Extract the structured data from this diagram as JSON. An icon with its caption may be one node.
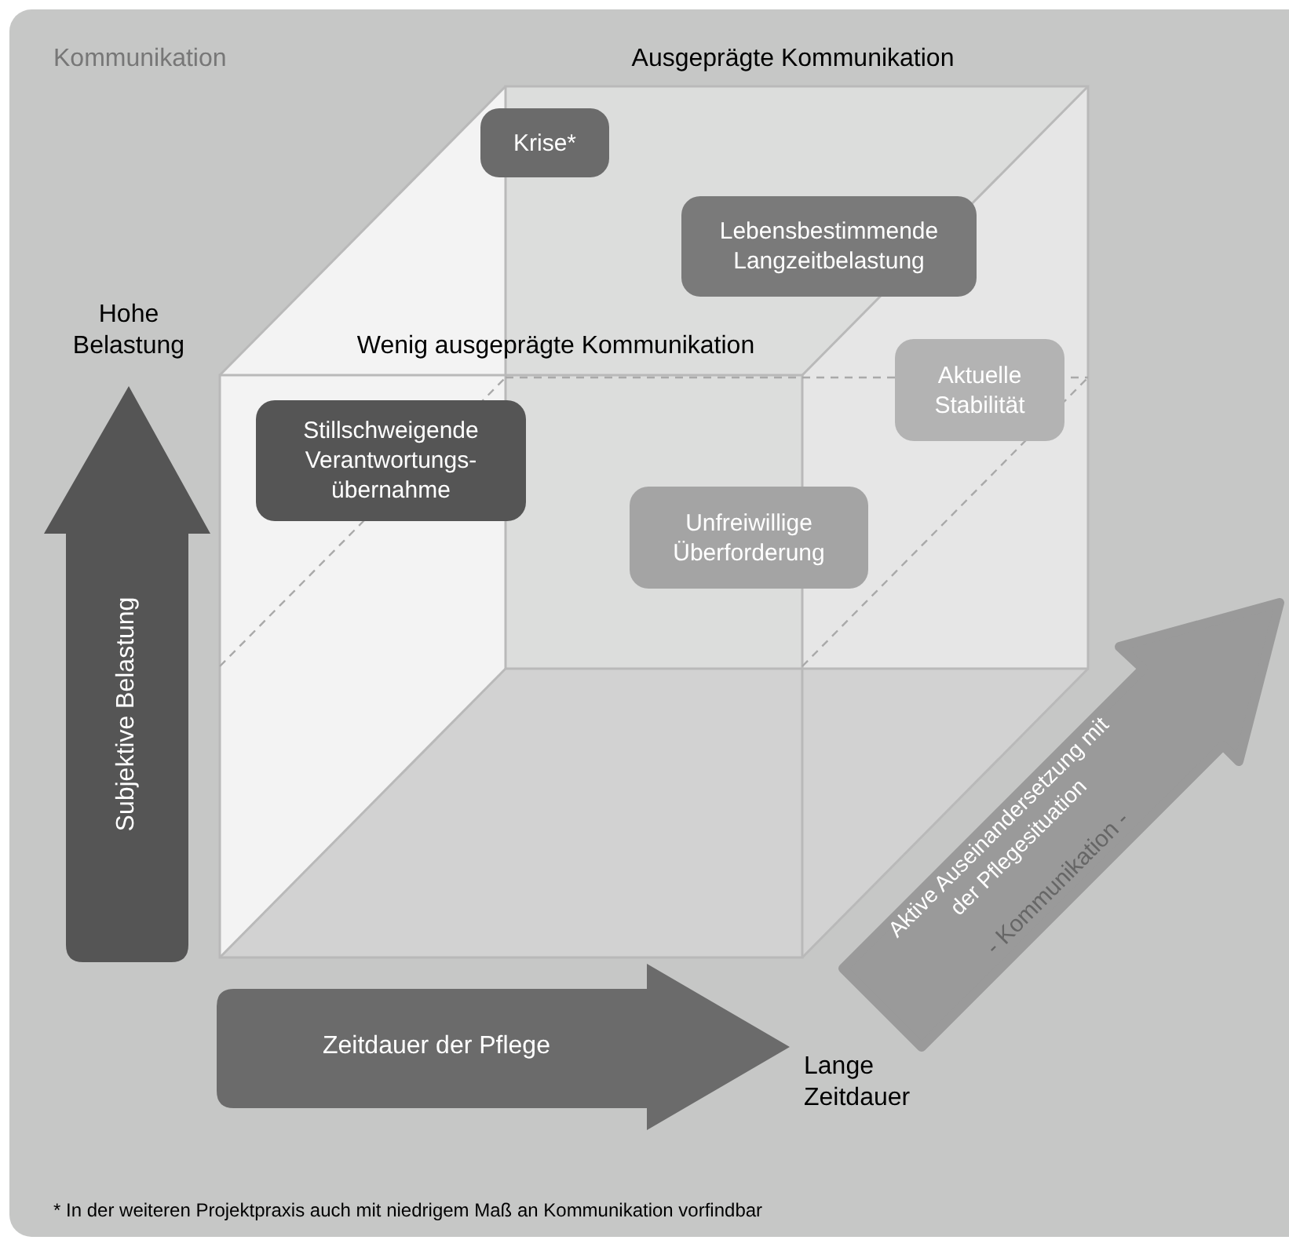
{
  "diagram": {
    "nodes": [
      {
        "text": [
          "Krise*"
        ]
      },
      {
        "text": [
          "Lebensbestimmende Langzeitbelastung"
        ]
      },
      {
        "text": [
          "Aktuelle Stabilität"
        ]
      },
      {
        "text": [
          "Stillschweigende Verantwortungs-übernahme"
        ]
      },
      {
        "text": [
          "Unfreiwillige Überforderung"
        ]
      },
      {
        "text": [
          "Subjektive Belastung"
        ]
      },
      {
        "text": [
          "Zeitdauer der Pflege"
        ]
      },
      {
        "text": [
          "Aktive Auseinandersetzung mit der Pflegesituation",
          "- Kommunikation -"
        ]
      }
    ],
    "edges": [],
    "labels": [
      "Kommunikation",
      "Ausgeprägte Kommunikation",
      "Hohe Belastung",
      "Wenig ausgeprägte Kommunikation",
      "Lange Zeitdauer",
      "* In der weiteren Projektpraxis auch mit niedrigem Maß an Kommunikation vorfindbar"
    ]
  }
}
